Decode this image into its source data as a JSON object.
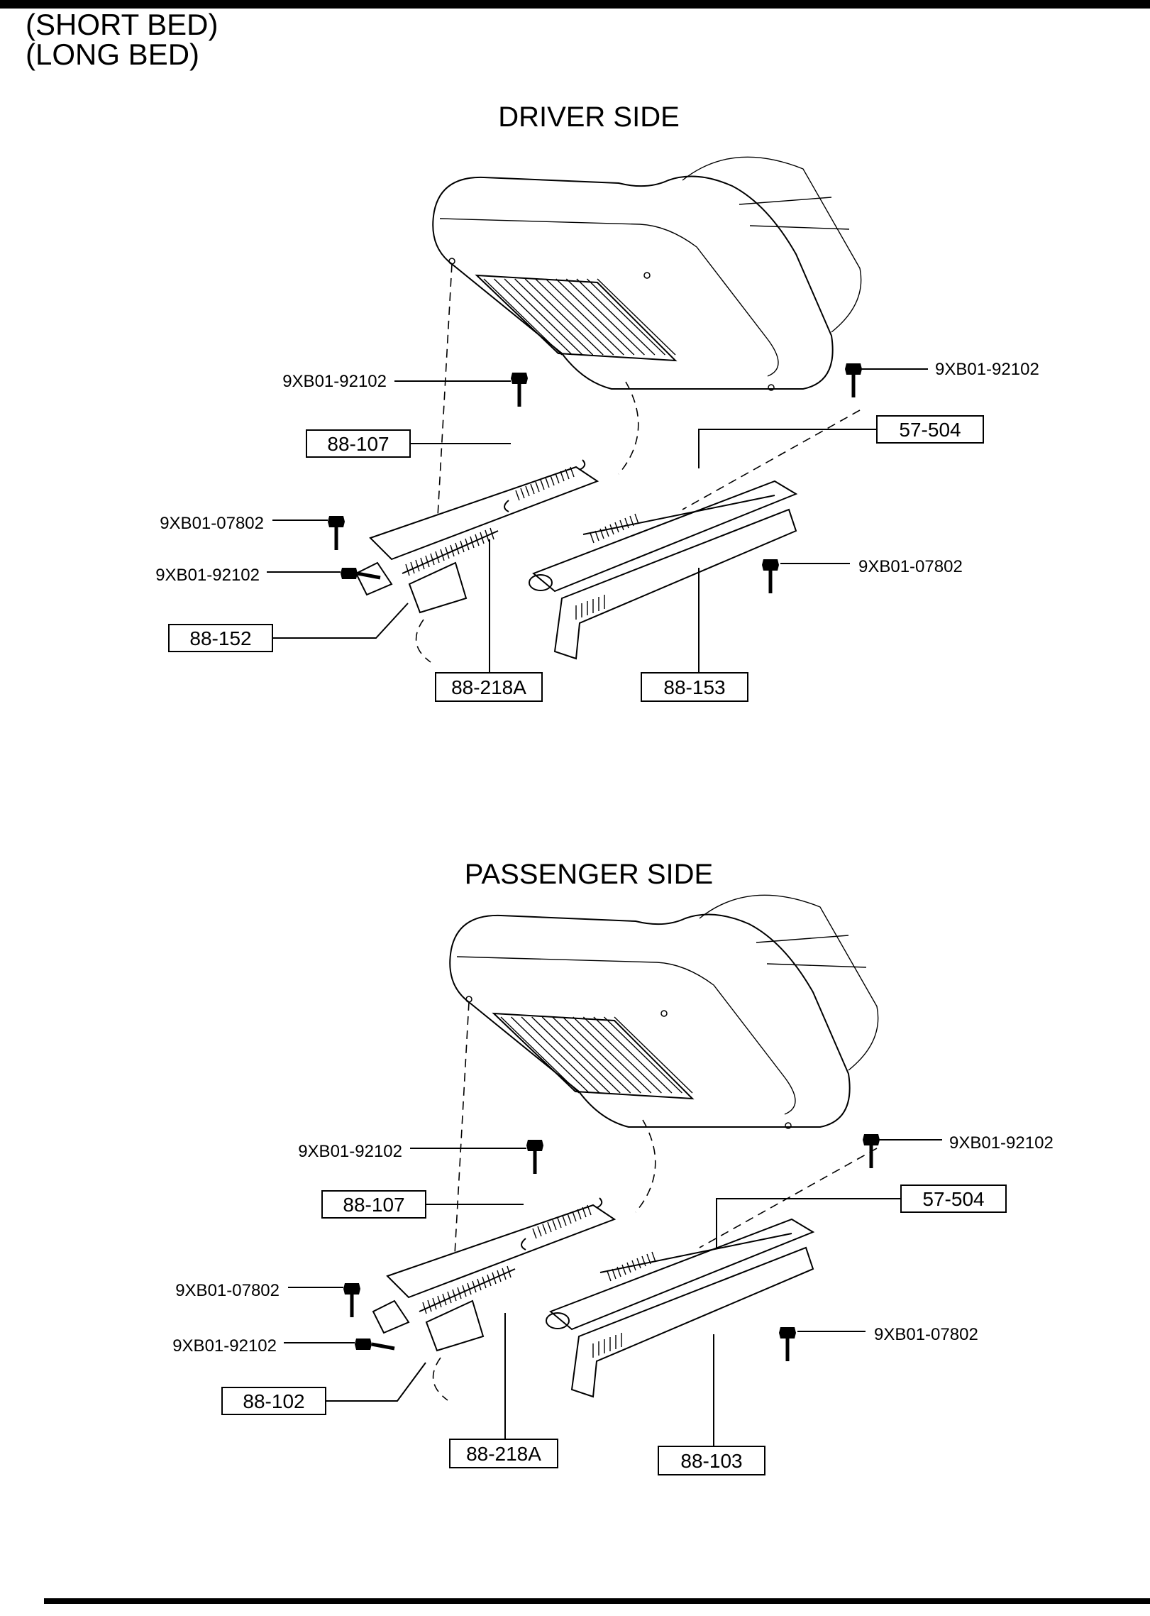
{
  "header": {
    "line1": "(SHORT BED)",
    "line2": "(LONG BED)"
  },
  "sections": [
    {
      "title": "DRIVER SIDE",
      "callouts": [
        {
          "id": "seat-bolt-left",
          "text": "9XB01-92102",
          "boxed": false
        },
        {
          "id": "seat-bolt-right",
          "text": "9XB01-92102",
          "boxed": false
        },
        {
          "id": "spring",
          "text": "88-107",
          "boxed": true
        },
        {
          "id": "wire",
          "text": "57-504",
          "boxed": true
        },
        {
          "id": "rail-bolt-left",
          "text": "9XB01-07802",
          "boxed": false
        },
        {
          "id": "front-bolt",
          "text": "9XB01-92102",
          "boxed": false
        },
        {
          "id": "rail-bolt-right",
          "text": "9XB01-07802",
          "boxed": false
        },
        {
          "id": "bracket",
          "text": "88-152",
          "boxed": true
        },
        {
          "id": "adjuster-left",
          "text": "88-218A",
          "boxed": true
        },
        {
          "id": "adjuster-right",
          "text": "88-153",
          "boxed": true
        }
      ]
    },
    {
      "title": "PASSENGER SIDE",
      "callouts": [
        {
          "id": "seat-bolt-left",
          "text": "9XB01-92102",
          "boxed": false
        },
        {
          "id": "seat-bolt-right",
          "text": "9XB01-92102",
          "boxed": false
        },
        {
          "id": "spring",
          "text": "88-107",
          "boxed": true
        },
        {
          "id": "wire",
          "text": "57-504",
          "boxed": true
        },
        {
          "id": "rail-bolt-left",
          "text": "9XB01-07802",
          "boxed": false
        },
        {
          "id": "front-bolt",
          "text": "9XB01-92102",
          "boxed": false
        },
        {
          "id": "rail-bolt-right",
          "text": "9XB01-07802",
          "boxed": false
        },
        {
          "id": "bracket",
          "text": "88-102",
          "boxed": true
        },
        {
          "id": "adjuster-left",
          "text": "88-218A",
          "boxed": true
        },
        {
          "id": "adjuster-right",
          "text": "88-103",
          "boxed": true
        }
      ]
    }
  ]
}
